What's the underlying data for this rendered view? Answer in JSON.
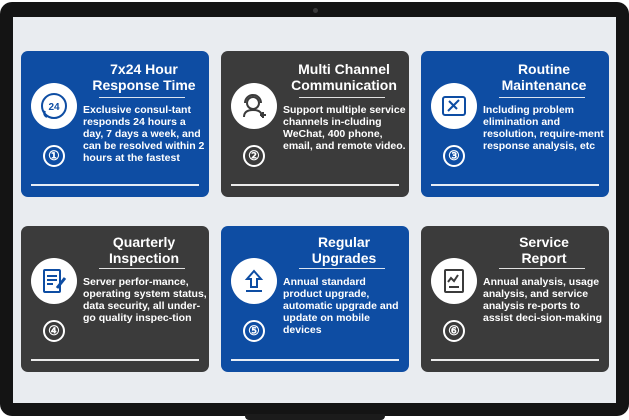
{
  "cards": [
    {
      "title_line1": "7x24 Hour",
      "title_line2": "Response Time",
      "description": "Exclusive consul-tant responds 24 hours a day, 7 days a week, and can be resolved within 2 hours at the fastest",
      "number": "①",
      "icon": "24-hour-phone-icon"
    },
    {
      "title_line1": "Multi Channel",
      "title_line2": "Communication",
      "description": "Support multiple service channels in-cluding WeChat, 400 phone, email, and remote video.",
      "number": "②",
      "icon": "headset-agent-icon"
    },
    {
      "title_line1": "Routine",
      "title_line2": "Maintenance",
      "description": "Including problem elimination and resolution, require-ment response analysis, etc",
      "number": "③",
      "icon": "maintenance-tools-icon"
    },
    {
      "title_line1": "Quarterly",
      "title_line2": "Inspection",
      "description": "Server perfor-mance, operating system status, data security, all under-go quality inspec-tion",
      "number": "④",
      "icon": "inspection-document-icon"
    },
    {
      "title_line1": "Regular",
      "title_line2": "Upgrades",
      "description": "Annual standard product upgrade, automatic upgrade and update on mobile devices",
      "number": "⑤",
      "icon": "upgrade-arrow-icon"
    },
    {
      "title_line1": "Service",
      "title_line2": "Report",
      "description": "Annual analysis, usage analysis, and service analysis re-ports to assist deci-sion-making",
      "number": "⑥",
      "icon": "report-chart-icon"
    }
  ],
  "colors": {
    "blue": "#0e4da3",
    "dark": "#3b3b3b",
    "frame": "#141414"
  }
}
